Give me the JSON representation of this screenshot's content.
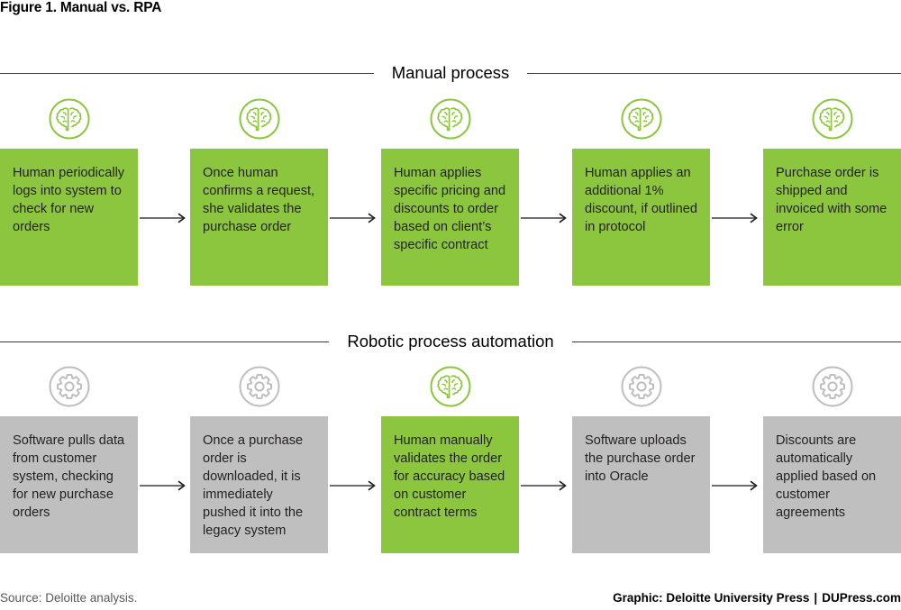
{
  "figure": {
    "title": "Figure 1. Manual vs. RPA"
  },
  "colors": {
    "green": "#8cc63e",
    "gray": "#bfbfbf",
    "rule": "#3a3a3a",
    "arrow": "#58595b",
    "text": "#231f20"
  },
  "sections": [
    {
      "id": "manual",
      "heading": "Manual process",
      "steps": [
        {
          "icon": "brain-icon",
          "icon_color": "green",
          "box_color": "green",
          "text": "Human periodically logs into system to check for new orders"
        },
        {
          "icon": "brain-icon",
          "icon_color": "green",
          "box_color": "green",
          "text": "Once human confirms a request, she validates the purchase order"
        },
        {
          "icon": "brain-icon",
          "icon_color": "green",
          "box_color": "green",
          "text": "Human applies specific pricing and discounts to order based on client’s specific contract"
        },
        {
          "icon": "brain-icon",
          "icon_color": "green",
          "box_color": "green",
          "text": "Human applies an additional 1% discount, if outlined in protocol"
        },
        {
          "icon": "brain-icon",
          "icon_color": "green",
          "box_color": "green",
          "text": "Purchase order is shipped and invoiced with some error"
        }
      ]
    },
    {
      "id": "rpa",
      "heading": "Robotic process automation",
      "steps": [
        {
          "icon": "gear-icon",
          "icon_color": "gray",
          "box_color": "gray",
          "text": "Software pulls data from customer system, checking for new purchase orders"
        },
        {
          "icon": "gear-icon",
          "icon_color": "gray",
          "box_color": "gray",
          "text": "Once a purchase order is downloaded, it is immediately pushed it into the legacy system"
        },
        {
          "icon": "brain-icon",
          "icon_color": "green",
          "box_color": "green",
          "text": "Human manually validates the order for accuracy based on customer contract terms"
        },
        {
          "icon": "gear-icon",
          "icon_color": "gray",
          "box_color": "gray",
          "text": "Software uploads the purchase order into Oracle"
        },
        {
          "icon": "gear-icon",
          "icon_color": "gray",
          "box_color": "gray",
          "text": "Discounts are automatically applied based on customer agreements"
        }
      ]
    }
  ],
  "footer": {
    "source": "Source: Deloitte analysis.",
    "credit": "Graphic: Deloitte University Press",
    "separator": "|",
    "site": "DUPress.com"
  }
}
